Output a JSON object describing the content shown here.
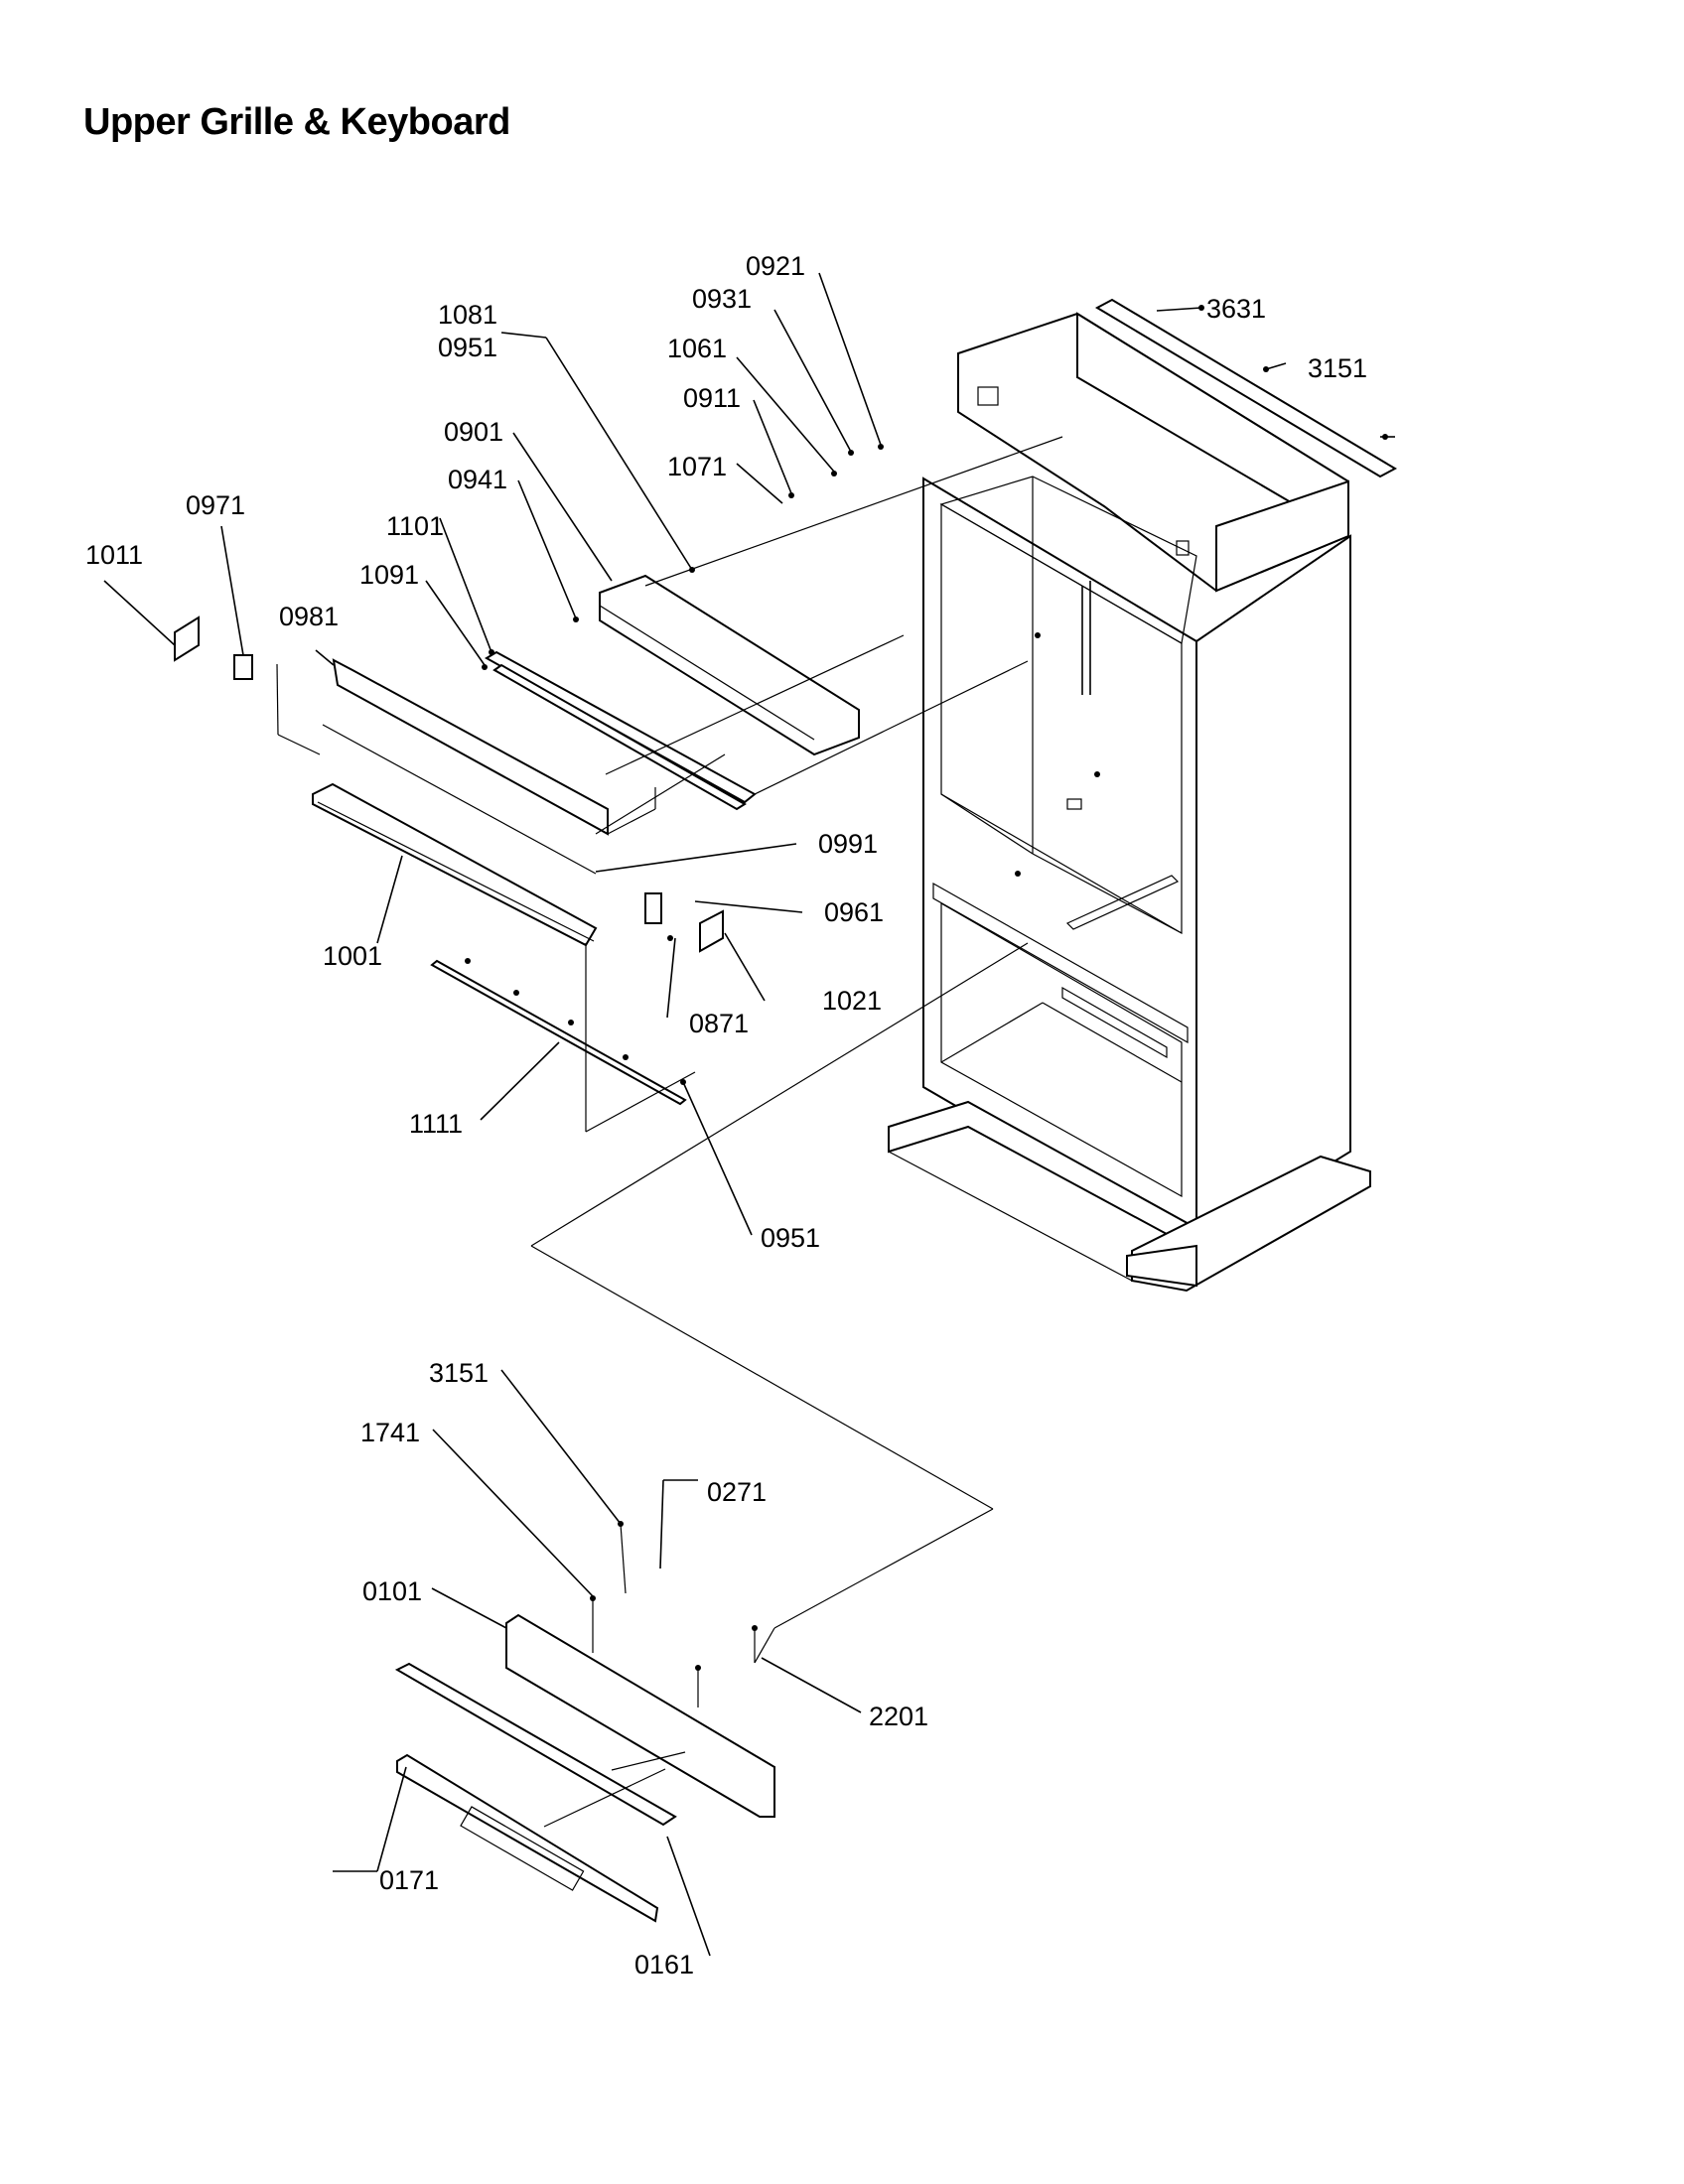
{
  "title": "Upper Grille & Keyboard",
  "callouts": {
    "p0921a": "0921",
    "p0931": "0931",
    "p1081": "1081",
    "p0951a": "0951",
    "p1061": "1061",
    "p0911": "0911",
    "p3631": "3631",
    "p3151a": "3151",
    "p0901": "0901",
    "p1071": "1071",
    "p0941": "0941",
    "p0971": "0971",
    "p1101": "1101",
    "p1011": "1011",
    "p1091": "1091",
    "p0981": "0981",
    "p0991": "0991",
    "p0961": "0961",
    "p1001": "1001",
    "p1021": "1021",
    "p0871": "0871",
    "p1111": "1111",
    "p0951b": "0951",
    "p3151b": "3151",
    "p1741": "1741",
    "p0271": "0271",
    "p0101": "0101",
    "p2201": "2201",
    "p0171": "0171",
    "p0161": "0161"
  }
}
